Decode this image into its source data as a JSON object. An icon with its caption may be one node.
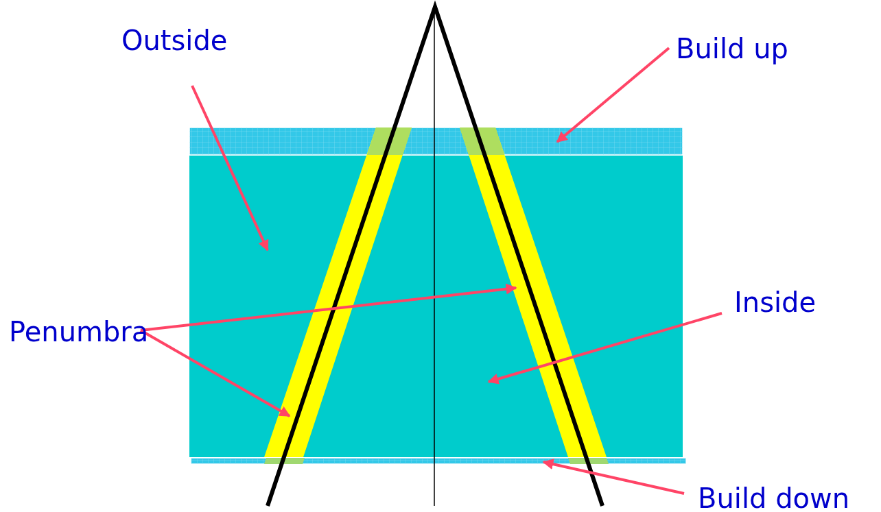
{
  "diagram": {
    "nodes": [
      {
        "text": [
          "Outside"
        ]
      },
      {
        "text": [
          "Build up"
        ]
      },
      {
        "text": [
          "Penumbra"
        ]
      },
      {
        "text": [
          "Inside"
        ]
      },
      {
        "text": [
          "Build down"
        ]
      },
      {
        "text": [],
        "shape": "bar"
      },
      {
        "text": [],
        "shape": "bar"
      },
      {
        "text": [],
        "shape": "bar"
      },
      {
        "text": [],
        "shape": "bar"
      }
    ],
    "edges": [
      {
        "from": 0,
        "to": null,
        "arrow": "to"
      },
      {
        "from": 1,
        "to": 5,
        "arrow": "to"
      },
      {
        "from": 2,
        "to": 7,
        "arrow": "to"
      },
      {
        "from": 2,
        "to": 6,
        "arrow": "to"
      },
      {
        "from": 3,
        "to": null,
        "arrow": "to"
      },
      {
        "from": 4,
        "to": 8,
        "arrow": "to"
      }
    ]
  }
}
